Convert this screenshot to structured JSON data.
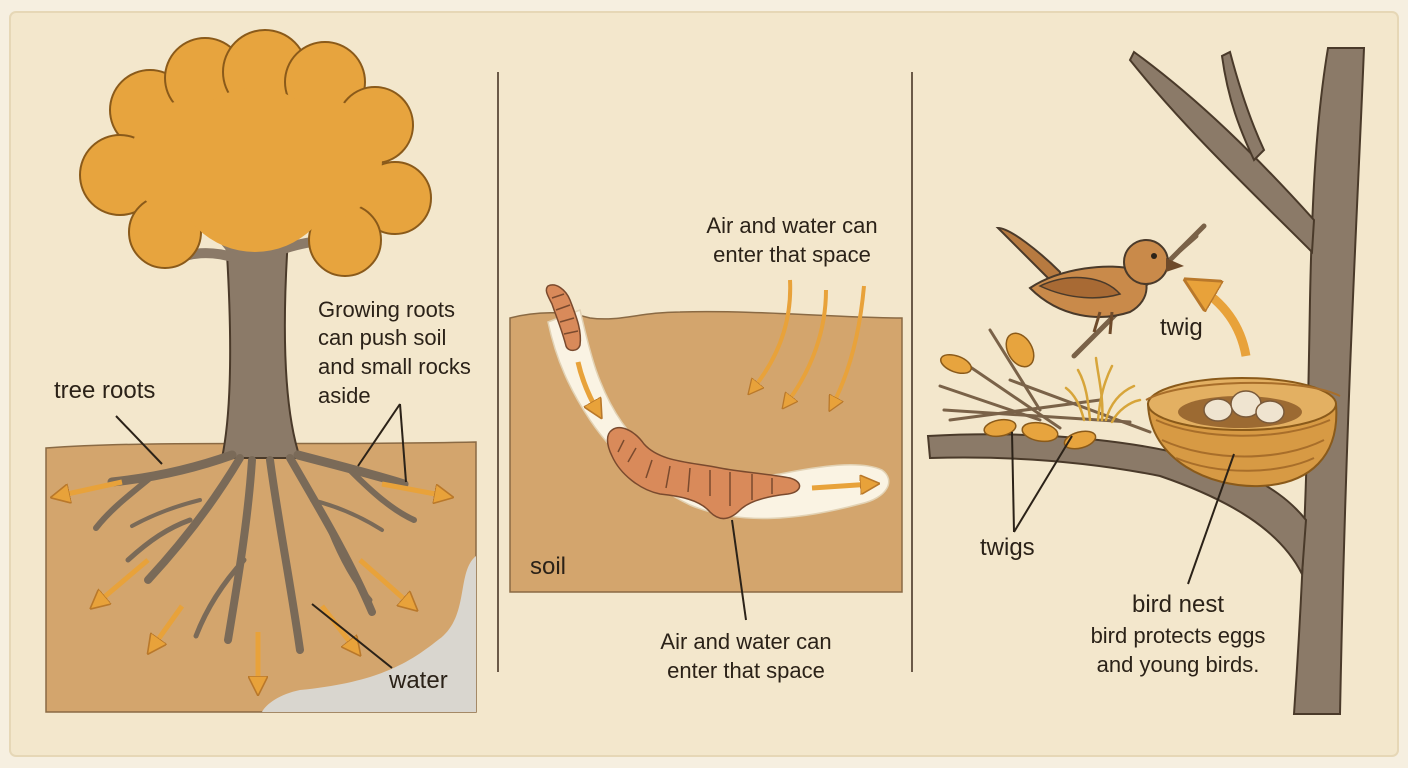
{
  "colors": {
    "paper": "#f3e7cc",
    "soil": "#d3a56d",
    "canopy": "#e7a43e",
    "bark": "#8b7a68",
    "arrow": "#e8a23a",
    "worm": "#d98a5a",
    "outline": "#4a3a2a"
  },
  "tree_panel": {
    "tree_roots_label": "tree roots",
    "growing_roots_line1": "Growing roots",
    "growing_roots_line2": "can push soil",
    "growing_roots_line3": "and small rocks",
    "growing_roots_line4": "aside",
    "water_label": "water"
  },
  "worm_panel": {
    "top_line1": "Air and water can",
    "top_line2": "enter that space",
    "soil_label": "soil",
    "bottom_line1": "Air and water can",
    "bottom_line2": "enter that space"
  },
  "nest_panel": {
    "twig_label": "twig",
    "twigs_label": "twigs",
    "bird_nest_label": "bird nest",
    "caption_line1": "bird protects eggs",
    "caption_line2": "and young birds."
  }
}
